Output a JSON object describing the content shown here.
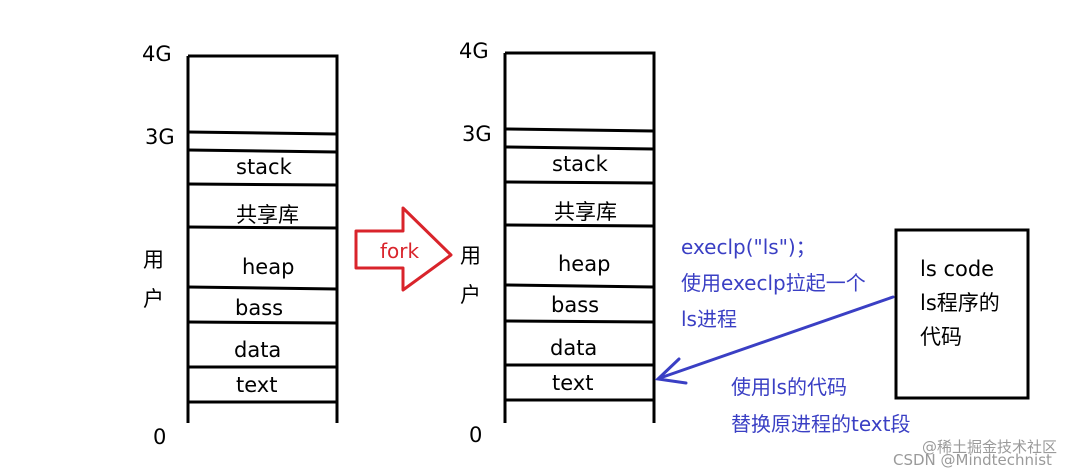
{
  "left_column": {
    "labels": {
      "top": "4G",
      "kernel": "3G",
      "bottom": "0",
      "user": [
        "用",
        "户"
      ]
    },
    "segments": [
      "stack",
      "共享库",
      "heap",
      "bass",
      "data",
      "text"
    ]
  },
  "right_column": {
    "labels": {
      "top": "4G",
      "kernel": "3G",
      "bottom": "0",
      "user": [
        "用",
        "户"
      ]
    },
    "segments": [
      "stack",
      "共享库",
      "heap",
      "bass",
      "data",
      "text"
    ]
  },
  "fork_arrow": {
    "label": "fork",
    "color": "#d9242b"
  },
  "annotation_exec": [
    "execlp(\"ls\")；",
    "使用execlp拉起一个",
    "ls进程"
  ],
  "annotation_replace": [
    "使用ls的代码",
    "替换原进程的text段"
  ],
  "ls_box": [
    "ls code",
    "ls程序的",
    "代码"
  ],
  "watermark": [
    "@稀土掘金技术社区",
    "CSDN @Mindtechnist"
  ],
  "colors": {
    "annotation": "#3a3fc4",
    "fork": "#d9242b",
    "lines": "#000000"
  }
}
